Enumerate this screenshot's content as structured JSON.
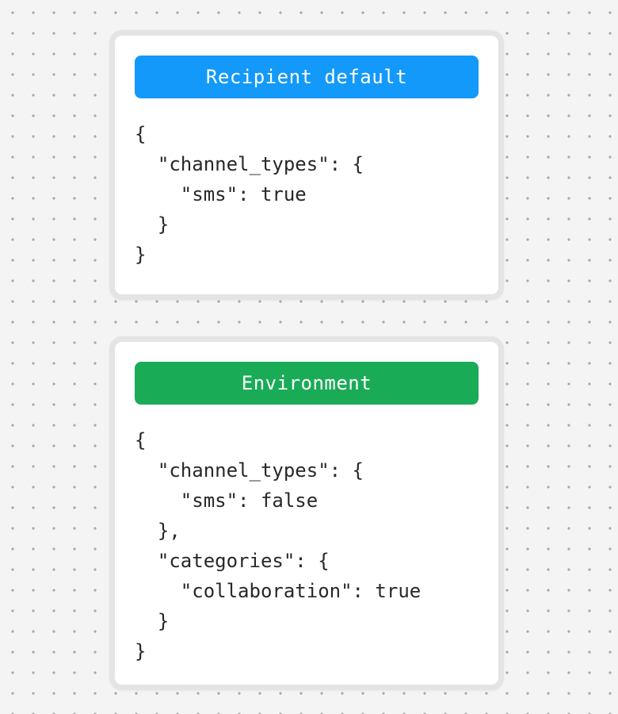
{
  "canvas": {
    "background_color": "#f4f4f4",
    "dot_color": "#a9a9a9"
  },
  "cards": [
    {
      "badge": {
        "label": "Recipient default",
        "color": "#1299fa"
      },
      "code": "{\n  \"channel_types\": {\n    \"sms\": true\n  }\n}"
    },
    {
      "badge": {
        "label": "Environment",
        "color": "#1aab57"
      },
      "code": "{\n  \"channel_types\": {\n    \"sms\": false\n  },\n  \"categories\": {\n    \"collaboration\": true\n  }\n}"
    }
  ]
}
